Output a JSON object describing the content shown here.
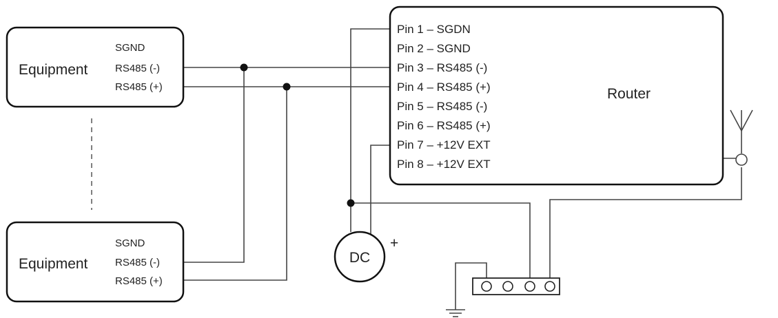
{
  "equipment_top": {
    "name": "Equipment",
    "terminals": [
      "SGND",
      "RS485 (-)",
      "RS485 (+)"
    ]
  },
  "equipment_bottom": {
    "name": "Equipment",
    "terminals": [
      "SGND",
      "RS485 (-)",
      "RS485 (+)"
    ]
  },
  "router": {
    "name": "Router",
    "pins": [
      "Pin 1 – SGDN",
      "Pin 2 – SGND",
      "Pin 3 – RS485 (-)",
      "Pin 4 – RS485 (+)",
      "Pin 5 – RS485 (-)",
      "Pin 6 – RS485 (+)",
      "Pin 7 – +12V EXT",
      "Pin 8 – +12V EXT"
    ]
  },
  "power": {
    "label": "DC",
    "polarity": "+"
  },
  "icons": {
    "antenna": "antenna-icon",
    "connector": "antenna-connector-icon",
    "terminal_block": "terminal-block-icon",
    "ground": "ground-icon"
  }
}
